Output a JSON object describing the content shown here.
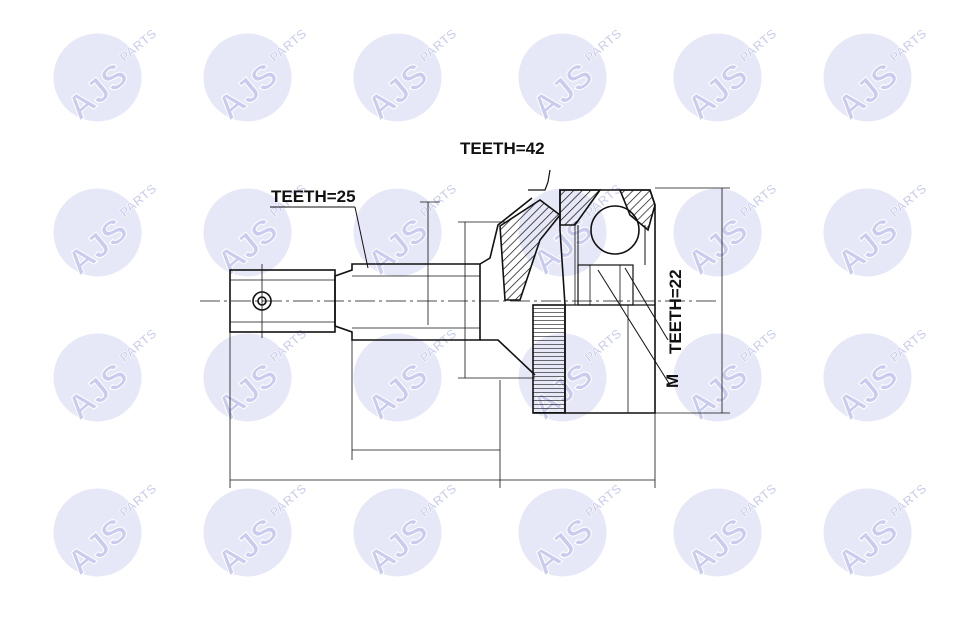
{
  "watermark": {
    "brand": "AJS",
    "suffix": "PARTS",
    "color": "#c9ccee"
  },
  "labels": {
    "teeth_outer": "TEETH=42",
    "teeth_shaft": "TEETH=25",
    "teeth_inner": "TEETH=22",
    "m_mark": "M"
  },
  "colors": {
    "line": "#111111",
    "hatch": "#111111"
  }
}
